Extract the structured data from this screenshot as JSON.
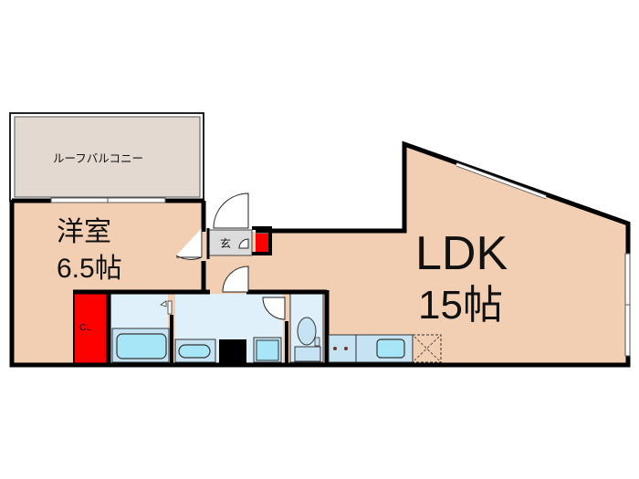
{
  "floor_plan": {
    "rooms": [
      {
        "id": "roof-balcony",
        "name": "ルーフバルコニー",
        "type": "balcony"
      },
      {
        "id": "western-room",
        "name": "洋室",
        "size": "6.5帖",
        "type": "bedroom"
      },
      {
        "id": "ldk",
        "name": "LDK",
        "size": "15帖",
        "type": "living-dining-kitchen"
      },
      {
        "id": "closet",
        "name": "CL",
        "type": "closet"
      },
      {
        "id": "entrance",
        "name": "玄",
        "type": "entrance"
      },
      {
        "id": "bathroom",
        "name": "",
        "type": "bath"
      },
      {
        "id": "washroom",
        "name": "",
        "type": "washroom"
      },
      {
        "id": "toilet",
        "name": "",
        "type": "toilet"
      },
      {
        "id": "kitchen",
        "name": "",
        "type": "kitchen"
      }
    ],
    "labels": {
      "balcony": "ルーフバルコニー",
      "western_room_name": "洋室",
      "western_room_size": "6.5帖",
      "ldk_name": "LDK",
      "ldk_size": "15帖",
      "closet": "CL",
      "entrance": "玄"
    },
    "colors": {
      "room_floor": "#f2cfb2",
      "balcony_floor": "#e4d9d0",
      "wet_area": "#dff0fb",
      "fixture": "#a6e6f7",
      "storage_red": "#ff0000",
      "entrance_floor": "#dcdcdc",
      "wall": "#000000"
    }
  }
}
